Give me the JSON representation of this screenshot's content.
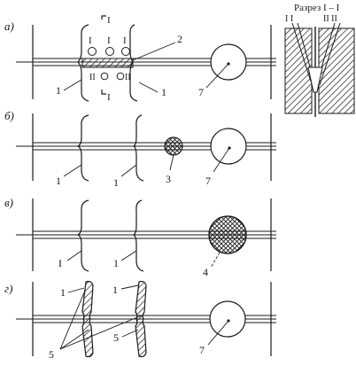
{
  "panels": {
    "a": "а)",
    "b": "б)",
    "v": "в)",
    "g": "г)"
  },
  "labels": {
    "l1": "1",
    "l2": "2",
    "l3": "3",
    "l4": "4",
    "l5": "5",
    "l7": "7",
    "cut_I": "I",
    "cut_II": "II"
  },
  "section": {
    "title": "Разрез I – I",
    "marks_left": "I  I",
    "marks_right": "II  II"
  },
  "colors": {
    "ink": "#1a1a1a",
    "paper": "#ffffff"
  }
}
